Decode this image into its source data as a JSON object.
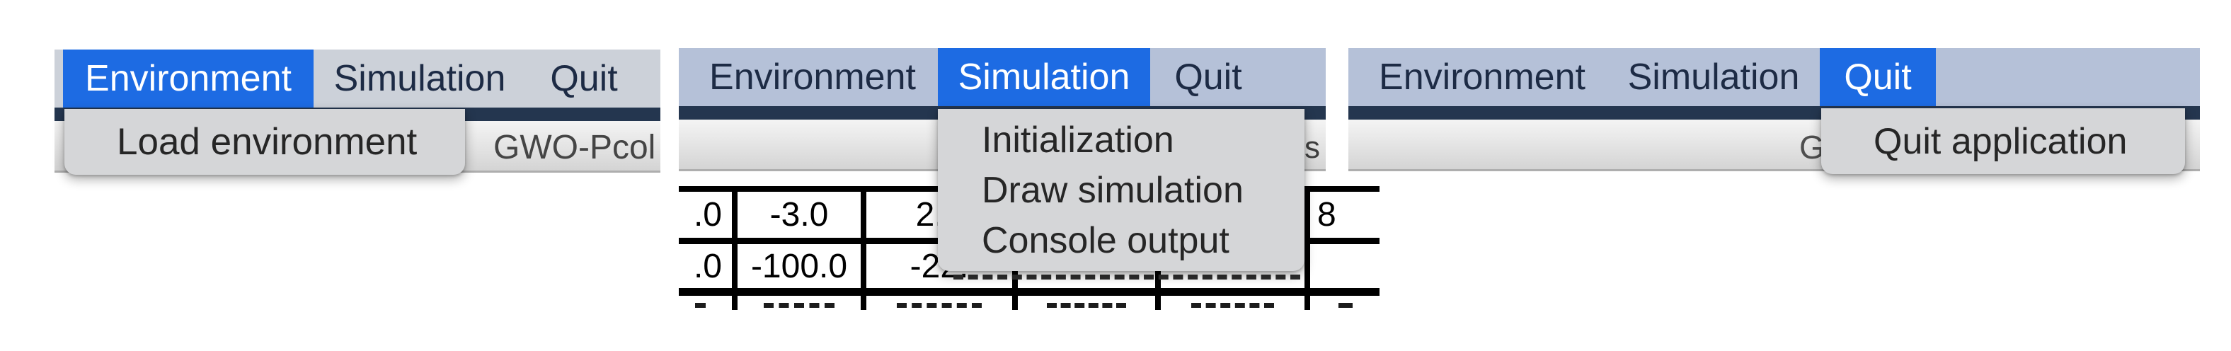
{
  "colors": {
    "menu_highlight_blue": "#1d6be3",
    "menubar_bg": "#b5c1d8",
    "menubar_bg_inactive": "#ccd1d9",
    "navy_stripe": "#24364f",
    "dropdown_bg": "#d5d6d8",
    "menu_text": "#1d2b45",
    "table_border": "#000000"
  },
  "panels": [
    {
      "title": "environment-menu-open",
      "menubar": {
        "items": [
          {
            "label": "Environment"
          },
          {
            "label": "Simulation"
          },
          {
            "label": "Quit"
          }
        ],
        "highlighted": "Environment"
      },
      "dropdown": {
        "items": [
          {
            "label": "Load environment"
          }
        ]
      },
      "toolbar": {
        "tab_label": "GWO-Pcol"
      }
    },
    {
      "title": "simulation-menu-open",
      "menubar": {
        "items": [
          {
            "label": "Environment"
          },
          {
            "label": "Simulation"
          },
          {
            "label": "Quit"
          }
        ],
        "highlighted": "Simulation"
      },
      "dropdown": {
        "items": [
          {
            "label": "Initialization"
          },
          {
            "label": "Draw simulation"
          },
          {
            "label": "Console output"
          }
        ]
      },
      "toolbar": {
        "tab_label_partial": "s"
      },
      "table": {
        "rows": [
          {
            "cells": [
              ".0",
              "-3.0",
              "2.0",
              "",
              "",
              "8"
            ]
          },
          {
            "cells": [
              ".0",
              "-100.0",
              "-22.",
              "",
              "",
              ""
            ]
          }
        ]
      }
    },
    {
      "title": "quit-menu-open",
      "menubar": {
        "items": [
          {
            "label": "Environment"
          },
          {
            "label": "Simulation"
          },
          {
            "label": "Quit"
          }
        ],
        "highlighted": "Quit"
      },
      "dropdown": {
        "items": [
          {
            "label": "Quit application"
          }
        ]
      },
      "toolbar": {
        "tab_label_partial": "G"
      }
    }
  ]
}
